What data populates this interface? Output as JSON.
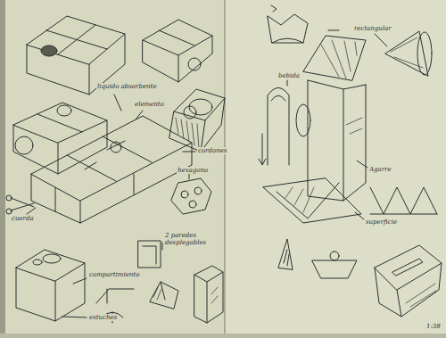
{
  "diagram": {
    "labels": [
      "liquido absorbente",
      "elemento",
      "cordones",
      "cuerda",
      "hexagono",
      "compartimiento",
      "estuches",
      "2 paredes desplegables",
      "bebida",
      "rectangular",
      "Agarre",
      "superficie",
      "1:38"
    ]
  }
}
